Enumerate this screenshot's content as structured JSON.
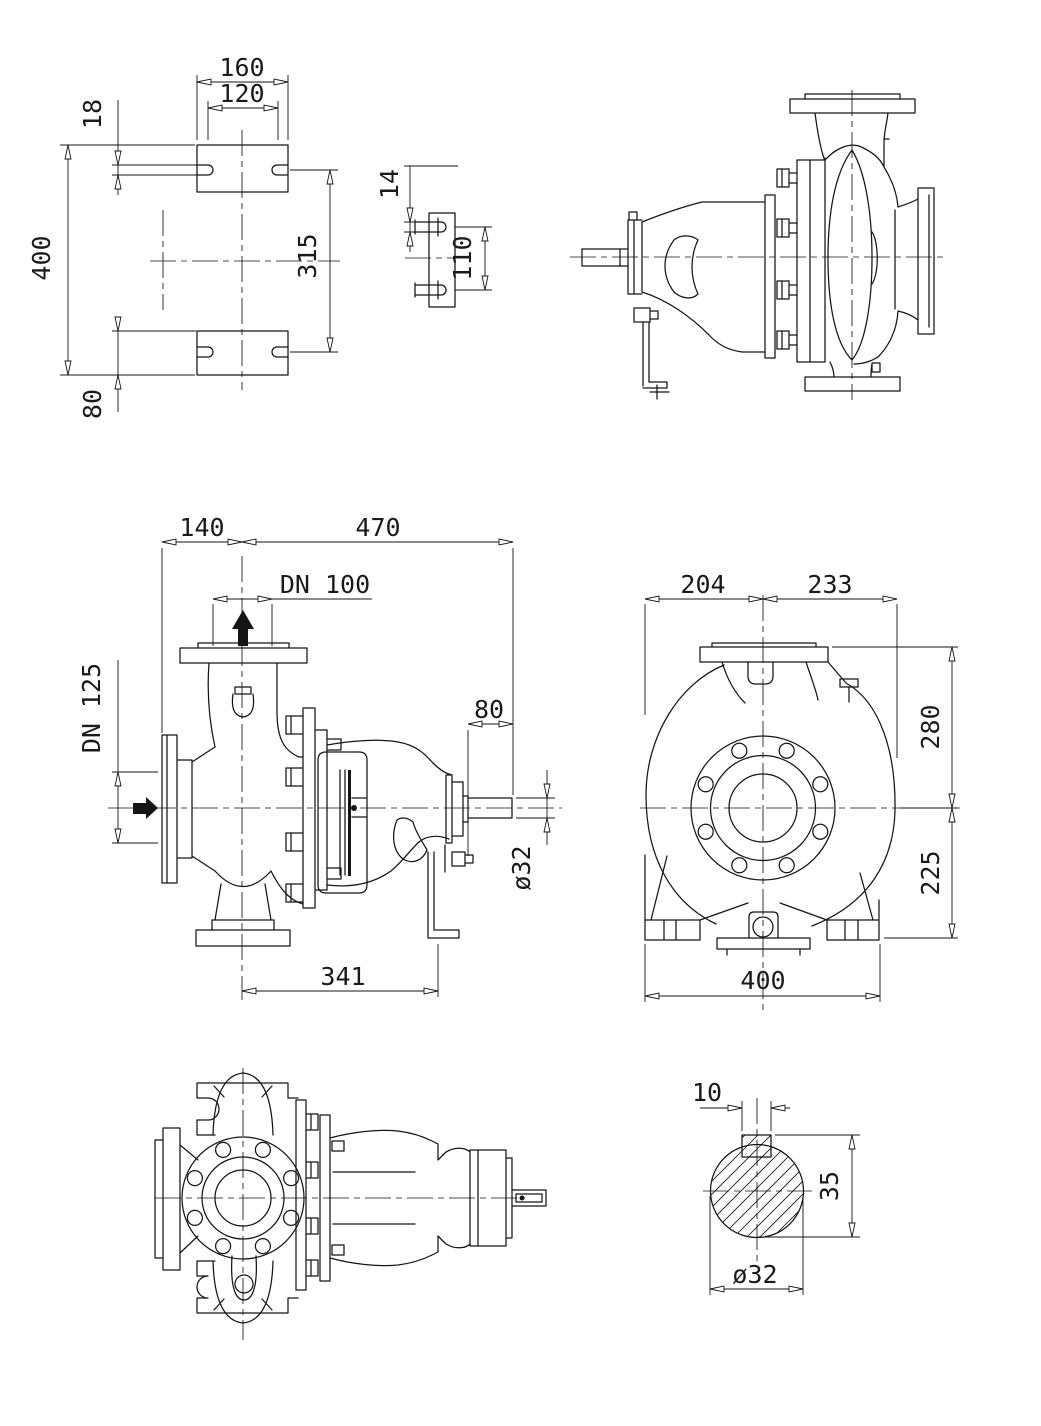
{
  "drawing": {
    "background": "#ffffff",
    "line_color": "#151515",
    "views": {
      "foundation_plan": {
        "dims": {
          "pad_width": "160",
          "slot_spacing": "120",
          "slot_width": "18",
          "overall_length": "400",
          "slot_center_spacing": "315",
          "pad_length": "80"
        }
      },
      "bracket_side": {
        "dims": {
          "slot_width": "14",
          "slot_center_spacing": "110"
        }
      },
      "pump_side": {
        "dims": {
          "suction_face_to_axis": "140",
          "axis_to_shaft_end": "470",
          "discharge_nominal": "DN 100",
          "suction_nominal": "DN 125",
          "shaft_end_length": "80",
          "shaft_end_diameter": "ø32",
          "axis_to_support_foot": "341"
        }
      },
      "pump_front": {
        "dims": {
          "axis_to_left_edge": "204",
          "axis_to_right_edge": "233",
          "axis_to_discharge_face": "280",
          "axis_to_base": "225",
          "base_width": "400"
        }
      },
      "shaft_section": {
        "dims": {
          "key_width": "10",
          "height_over_key": "35",
          "diameter": "ø32"
        }
      }
    }
  }
}
